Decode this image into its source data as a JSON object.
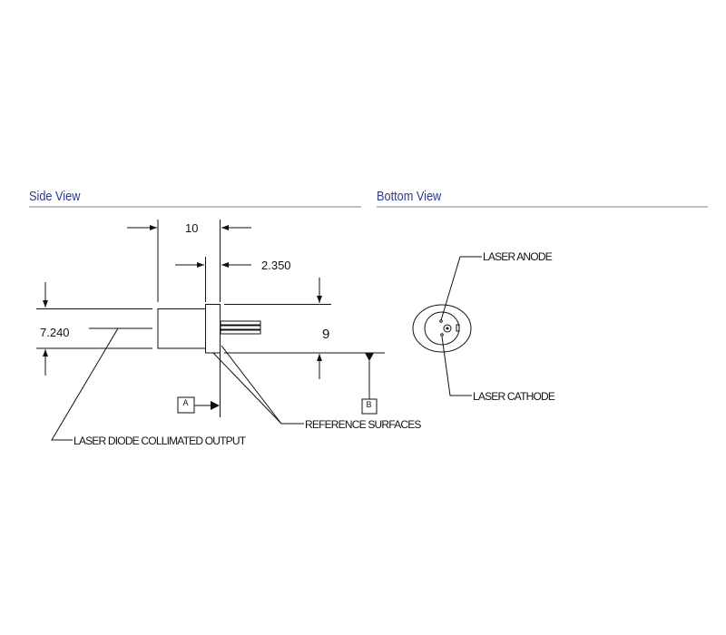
{
  "side_view": {
    "title": "Side View",
    "dim_length": "10",
    "dim_flange": "2.350",
    "dim_body_diameter": "7.240",
    "dim_flange_diameter": "9",
    "datum_a": "A",
    "datum_b": "B",
    "label_output": "LASER DIODE COLLIMATED OUTPUT",
    "label_reference": "REFERENCE SURFACES"
  },
  "bottom_view": {
    "title": "Bottom View",
    "label_anode": "LASER ANODE",
    "label_cathode": "LASER CATHODE"
  },
  "colors": {
    "title": "#2b3a8a",
    "rule": "#c0c0c0",
    "line": "#111111"
  }
}
